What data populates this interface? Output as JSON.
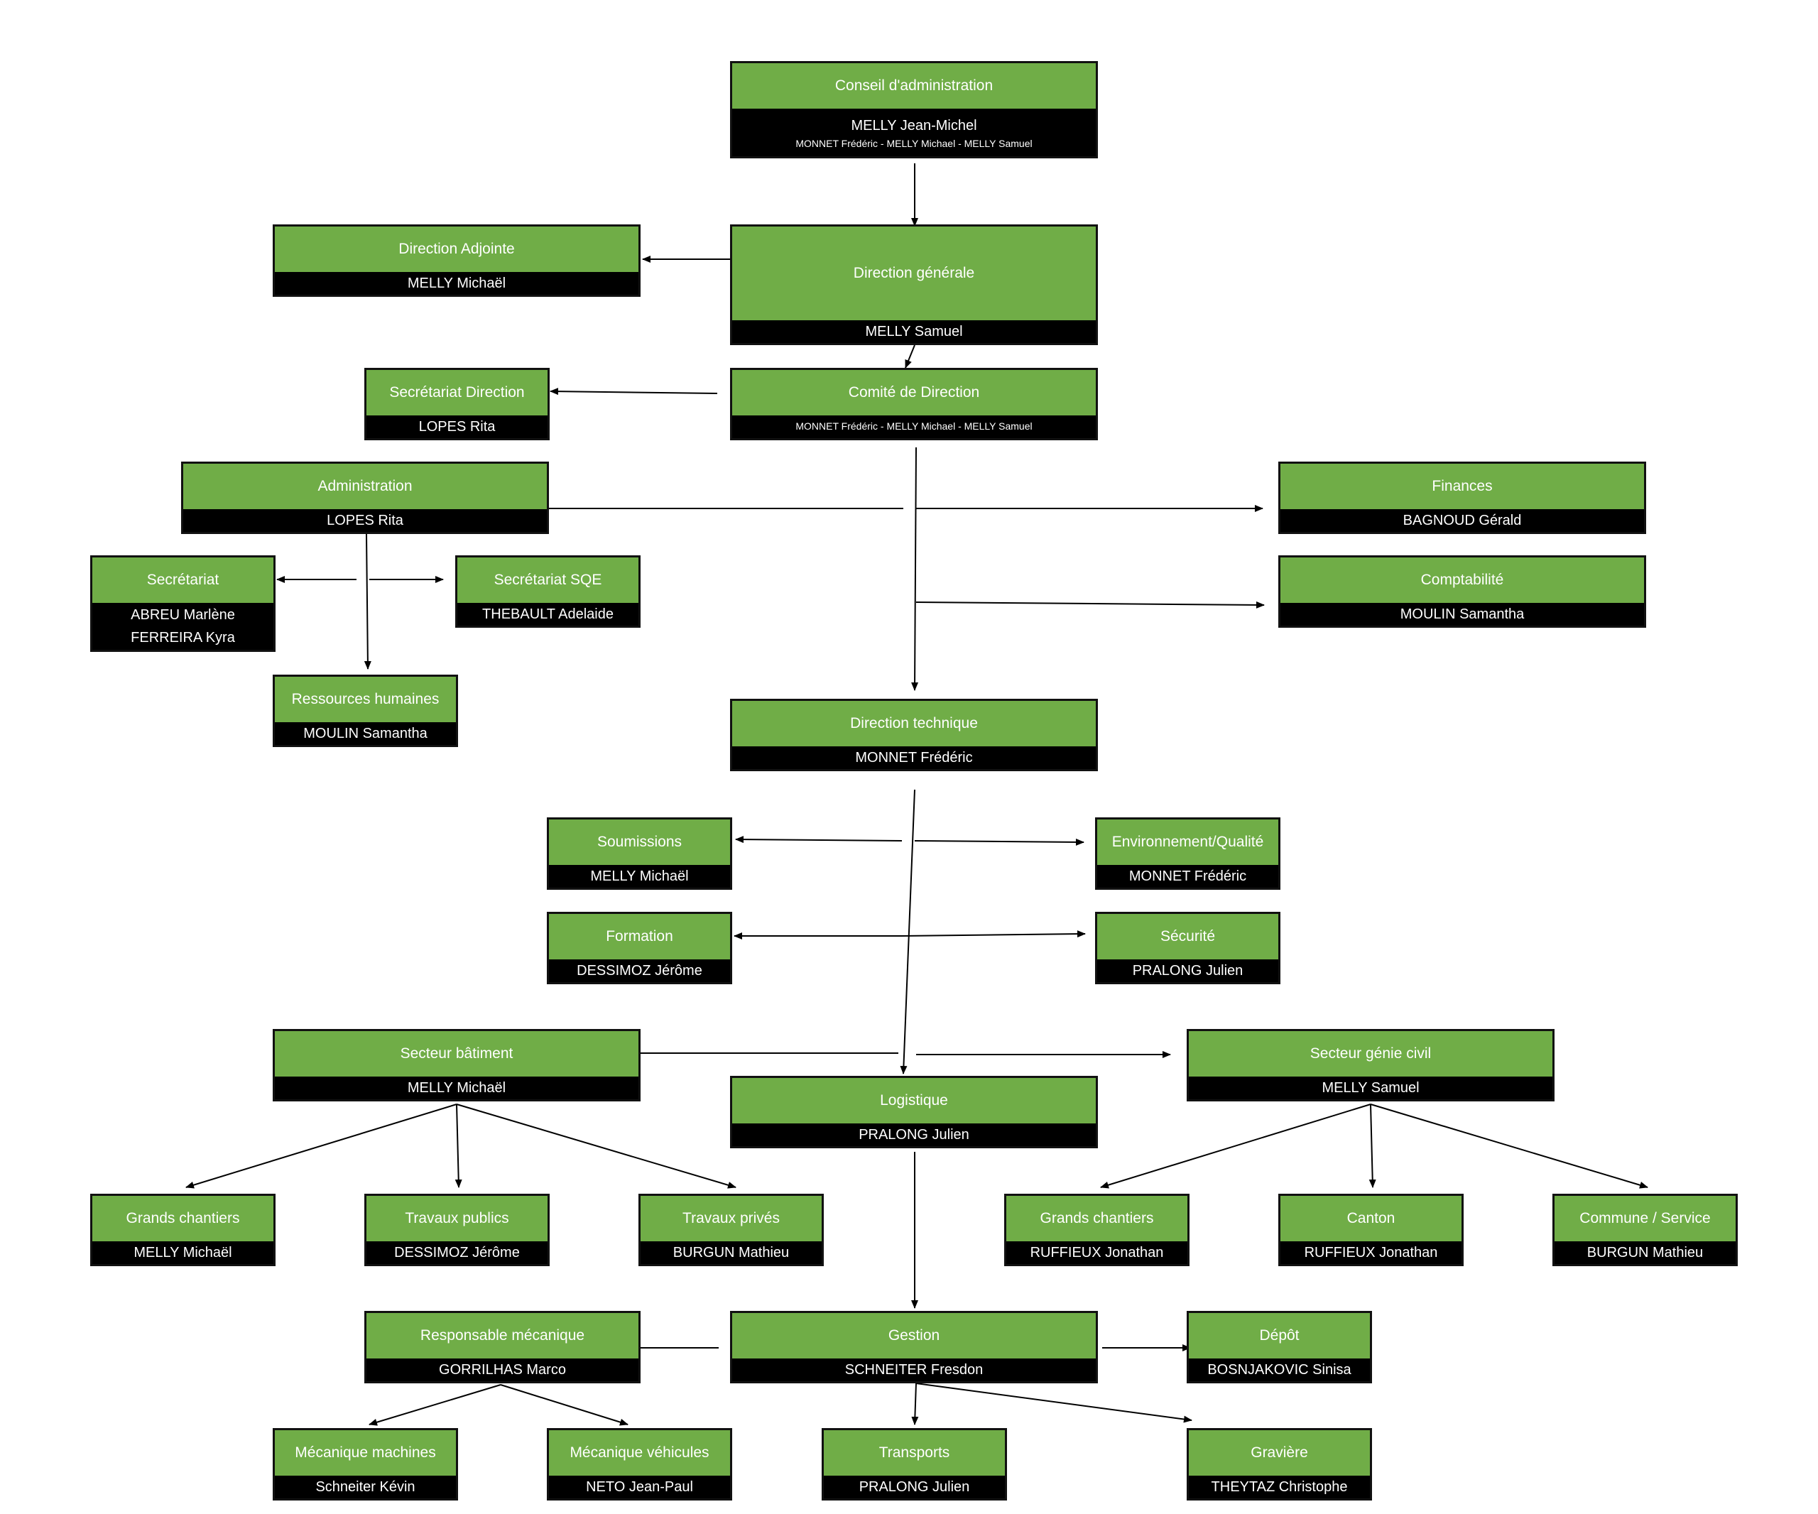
{
  "nodes": {
    "conseil": {
      "title": "Conseil d'administration",
      "person": "MELLY Jean-Michel",
      "members": "MONNET Frédéric - MELLY Michael - MELLY Samuel"
    },
    "dir_adjointe": {
      "title": "Direction Adjointe",
      "person": "MELLY Michaël"
    },
    "dir_generale": {
      "title": "Direction générale",
      "person": "MELLY Samuel"
    },
    "secretariat_direction": {
      "title": "Secrétariat Direction",
      "person": "LOPES Rita"
    },
    "comite": {
      "title": "Comité de Direction",
      "members": "MONNET Frédéric - MELLY Michael - MELLY Samuel"
    },
    "administration": {
      "title": "Administration",
      "person": "LOPES Rita"
    },
    "finances": {
      "title": "Finances",
      "person": "BAGNOUD Gérald"
    },
    "secretariat": {
      "title": "Secrétariat",
      "person": "ABREU Marlène",
      "person2": "FERREIRA Kyra"
    },
    "secretariat_sqe": {
      "title": "Secrétariat SQE",
      "person": "THEBAULT Adelaide"
    },
    "comptabilite": {
      "title": "Comptabilité",
      "person": "MOULIN Samantha"
    },
    "rh": {
      "title": "Ressources humaines",
      "person": "MOULIN Samantha"
    },
    "dir_technique": {
      "title": "Direction technique",
      "person": "MONNET Frédéric"
    },
    "soumissions": {
      "title": "Soumissions",
      "person": "MELLY Michaël"
    },
    "env_qualite": {
      "title": "Environnement/Qualité",
      "person": "MONNET Frédéric"
    },
    "formation": {
      "title": "Formation",
      "person": "DESSIMOZ Jérôme"
    },
    "securite": {
      "title": "Sécurité",
      "person": "PRALONG Julien"
    },
    "secteur_batiment": {
      "title": "Secteur bâtiment",
      "person": "MELLY Michaël"
    },
    "secteur_gc": {
      "title": "Secteur génie civil",
      "person": "MELLY Samuel"
    },
    "logistique": {
      "title": "Logistique",
      "person": "PRALONG Julien"
    },
    "grands_chantiers_b": {
      "title": "Grands chantiers",
      "person": "MELLY Michaël"
    },
    "travaux_publics": {
      "title": "Travaux publics",
      "person": "DESSIMOZ Jérôme"
    },
    "travaux_prives": {
      "title": "Travaux privés",
      "person": "BURGUN Mathieu"
    },
    "grands_chantiers_gc": {
      "title": "Grands chantiers",
      "person": "RUFFIEUX Jonathan"
    },
    "canton": {
      "title": "Canton",
      "person": "RUFFIEUX Jonathan"
    },
    "commune": {
      "title": "Commune / Service",
      "person": "BURGUN Mathieu"
    },
    "resp_mecanique": {
      "title": "Responsable mécanique",
      "person": "GORRILHAS Marco"
    },
    "gestion": {
      "title": "Gestion",
      "person": "SCHNEITER Fresdon"
    },
    "depot": {
      "title": "Dépôt",
      "person": "BOSNJAKOVIC Sinisa"
    },
    "meca_machines": {
      "title": "Mécanique machines",
      "person": "Schneiter Kévin"
    },
    "meca_vehicules": {
      "title": "Mécanique véhicules",
      "person": "NETO Jean-Paul"
    },
    "transports": {
      "title": "Transports",
      "person": "PRALONG Julien"
    },
    "graviere": {
      "title": "Gravière",
      "person": "THEYTAZ Christophe"
    }
  }
}
